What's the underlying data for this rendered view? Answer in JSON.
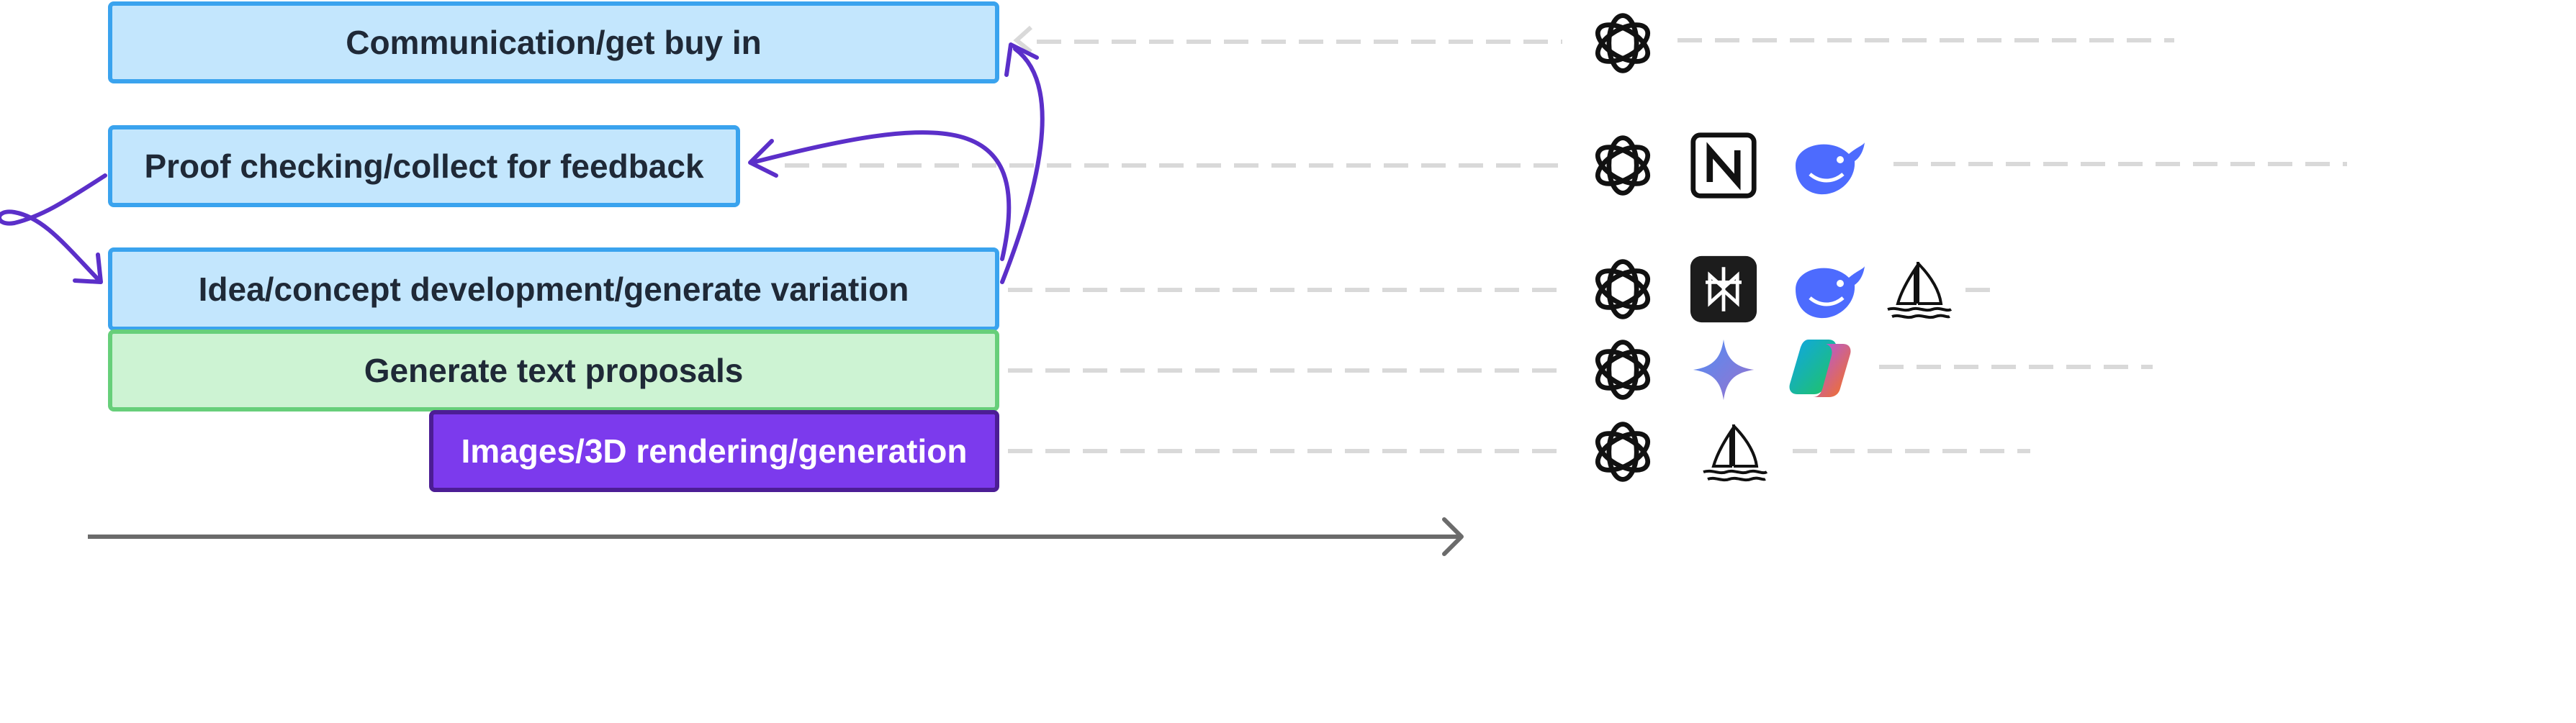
{
  "tasks": [
    {
      "label": "Communication/get buy in",
      "tools": [
        "chatgpt-icon"
      ]
    },
    {
      "label": "Proof checking/collect for feedback",
      "tools": [
        "chatgpt-icon",
        "notion-icon",
        "deepseek-icon"
      ]
    },
    {
      "label": "Idea/concept development/generate variation",
      "tools": [
        "chatgpt-icon",
        "perplexity-icon",
        "deepseek-icon",
        "midjourney-icon"
      ]
    },
    {
      "label": "Generate text proposals",
      "tools": [
        "chatgpt-icon",
        "gemini-icon",
        "copilot-icon"
      ]
    },
    {
      "label": "Images/3D rendering/generation",
      "tools": [
        "chatgpt-icon",
        "midjourney-icon"
      ]
    }
  ],
  "colors": {
    "box_blue_fill": "#c3e6fd",
    "box_blue_border": "#3aa3ee",
    "box_green_fill": "#cdf3d3",
    "box_green_border": "#67cf7a",
    "box_purple_fill": "#7c3aed",
    "connector_arrow": "#5b2fc9",
    "timeline_arrow": "#6b6b6b",
    "dashed_line": "#d9d9d9"
  }
}
